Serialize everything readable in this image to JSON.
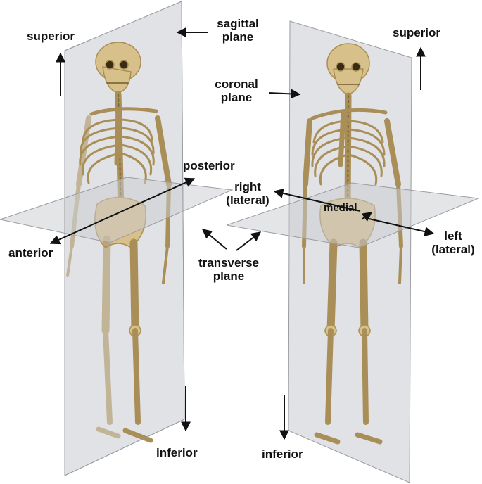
{
  "figure": {
    "colors": {
      "plane_fill": "#c9cbd0",
      "plane_stroke": "#9a9ca2",
      "bone": "#d8c08a",
      "bone_dark": "#a98f57",
      "arrow": "#111111"
    },
    "labels": {
      "superior_left": "superior",
      "sagittal_plane_line1": "sagittal",
      "sagittal_plane_line2": "plane",
      "coronal_plane_line1": "coronal",
      "coronal_plane_line2": "plane",
      "superior_right": "superior",
      "posterior": "posterior",
      "right_line1": "right",
      "right_line2": "(lateral)",
      "medial": "medial",
      "left_line1": "left",
      "left_line2": "(lateral)",
      "anterior": "anterior",
      "transverse_plane_line1": "transverse",
      "transverse_plane_line2": "plane",
      "inferior_left": "inferior",
      "inferior_right": "inferior"
    }
  }
}
